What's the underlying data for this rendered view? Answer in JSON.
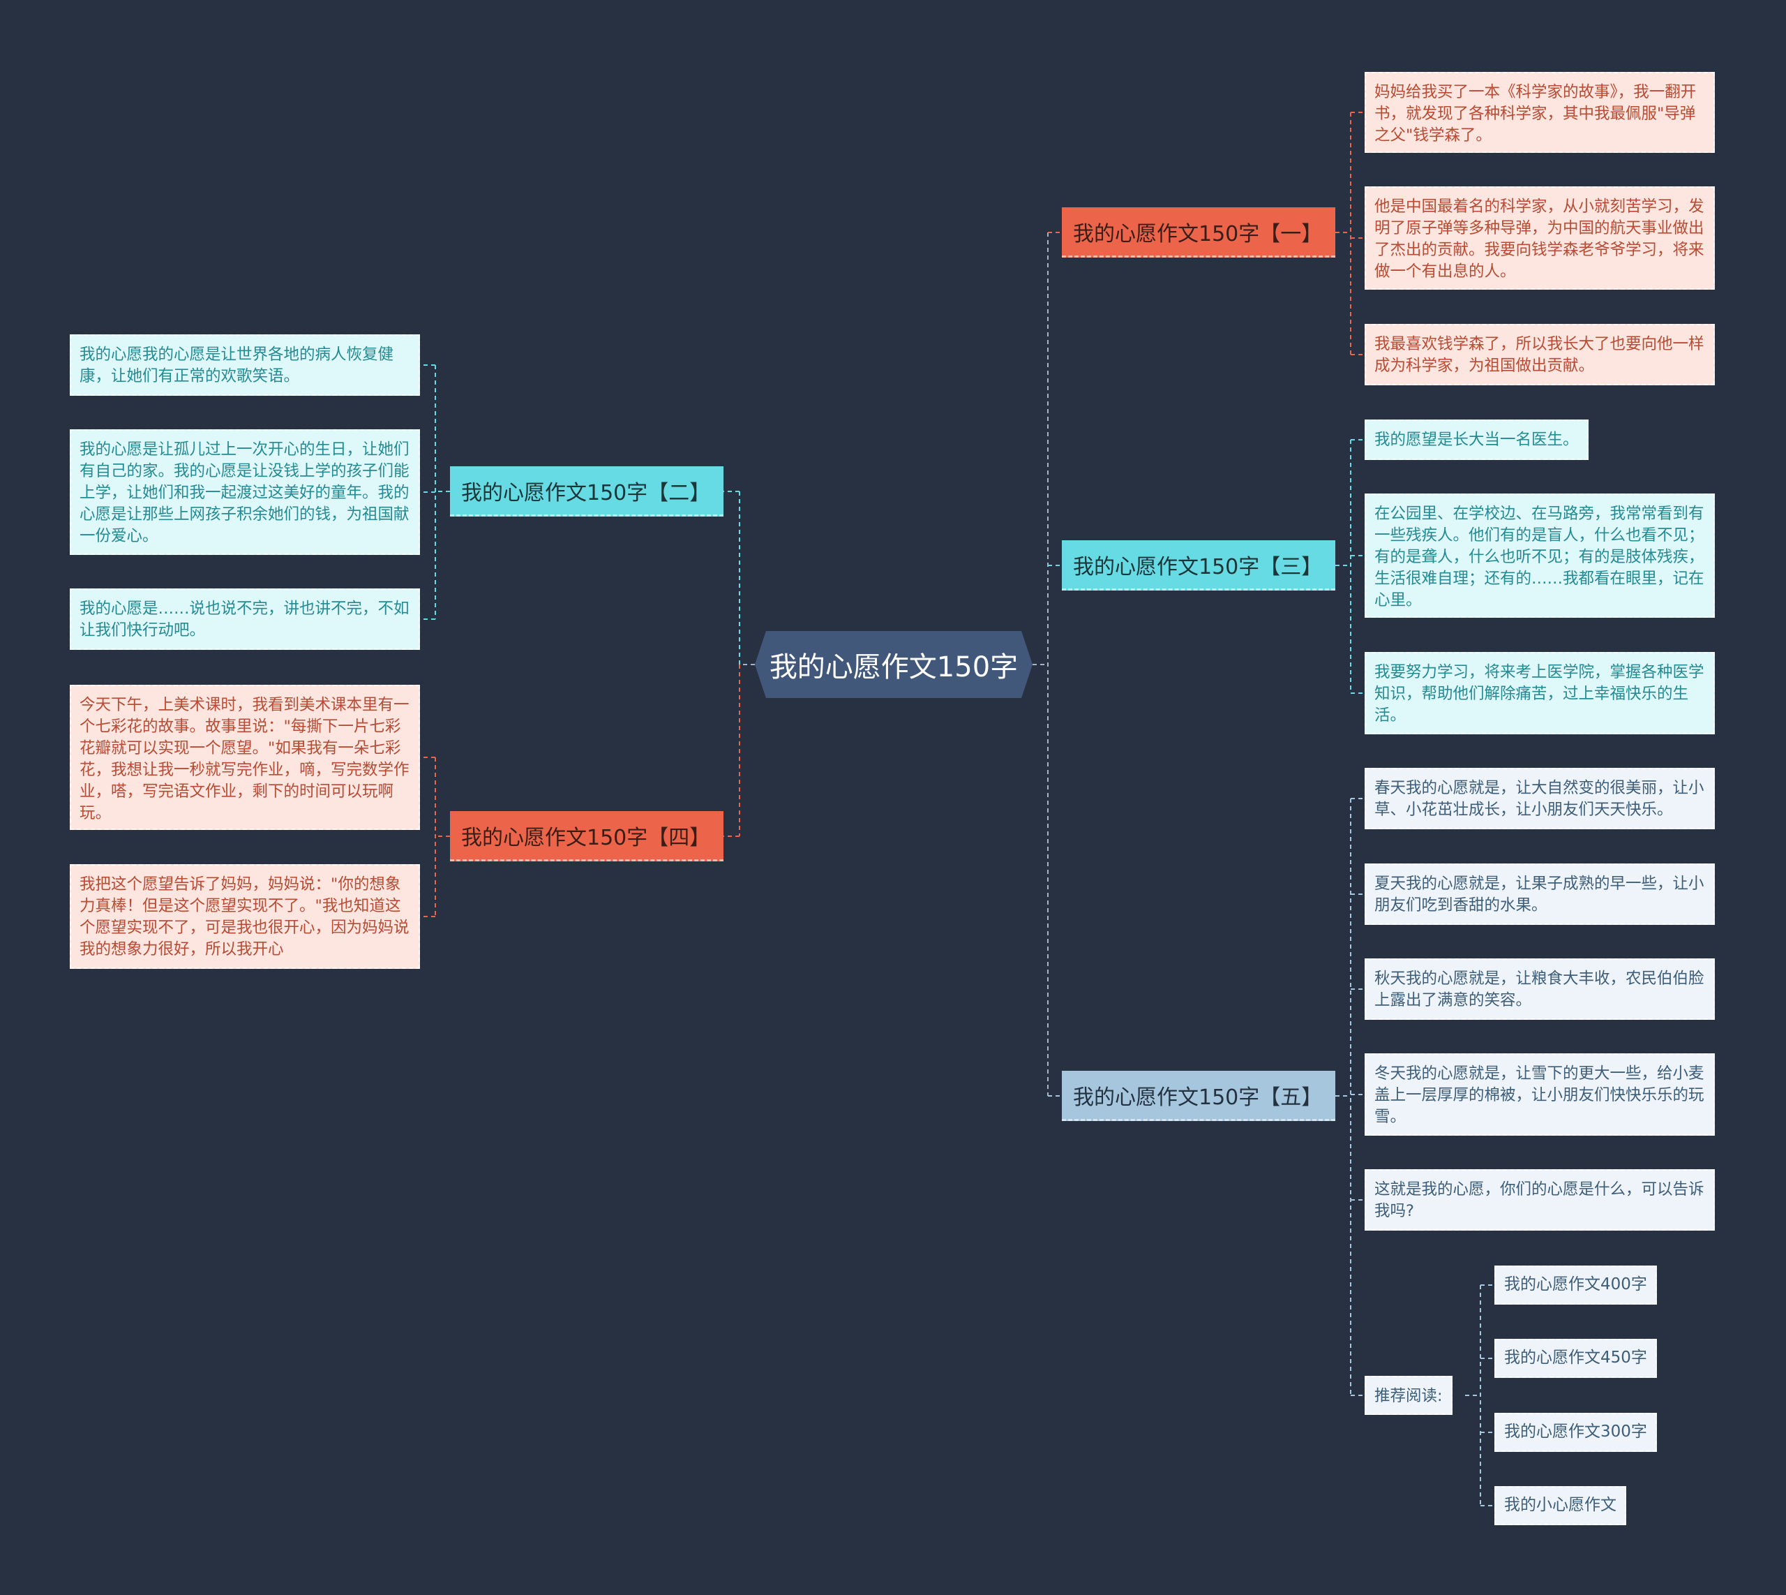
{
  "root": {
    "title": "我的心愿作文150字"
  },
  "branches": {
    "b1": {
      "title": "我的心愿作文150字【一】",
      "leaves": [
        "妈妈给我买了一本《科学家的故事》，我一翻开书，就发现了各种科学家，其中我最佩服\"导弹之父\"钱学森了。",
        "他是中国最着名的科学家，从小就刻苦学习，发明了原子弹等多种导弹，为中国的航天事业做出了杰出的贡献。我要向钱学森老爷爷学习，将来做一个有出息的人。",
        "我最喜欢钱学森了，所以我长大了也要向他一样成为科学家，为祖国做出贡献。"
      ]
    },
    "b2": {
      "title": "我的心愿作文150字【二】",
      "leaves": [
        "我的心愿我的心愿是让世界各地的病人恢复健康，让她们有正常的欢歌笑语。",
        "我的心愿是让孤儿过上一次开心的生日，让她们有自己的家。我的心愿是让没钱上学的孩子们能上学，让她们和我一起渡过这美好的童年。我的心愿是让那些上网孩子积余她们的钱，为祖国献一份爱心。",
        "我的心愿是……说也说不完，讲也讲不完，不如让我们快行动吧。"
      ]
    },
    "b3": {
      "title": "我的心愿作文150字【三】",
      "leaves": [
        "我的愿望是长大当一名医生。",
        "在公园里、在学校边、在马路旁，我常常看到有一些残疾人。他们有的是盲人，什么也看不见；有的是聋人，什么也听不见；有的是肢体残疾，生活很难自理；还有的……我都看在眼里，记在心里。",
        "我要努力学习，将来考上医学院，掌握各种医学知识，帮助他们解除痛苦，过上幸福快乐的生活。"
      ]
    },
    "b4": {
      "title": "我的心愿作文150字【四】",
      "leaves": [
        "今天下午，上美术课时，我看到美术课本里有一个七彩花的故事。故事里说：\"每撕下一片七彩花瓣就可以实现一个愿望。\"如果我有一朵七彩花，我想让我一秒就写完作业，嘀，写完数学作业，嗒，写完语文作业，剩下的时间可以玩啊玩。",
        "我把这个愿望告诉了妈妈，妈妈说：\"你的想象力真棒！但是这个愿望实现不了。\"我也知道这个愿望实现不了，可是我也很开心，因为妈妈说我的想象力很好，所以我开心"
      ]
    },
    "b5": {
      "title": "我的心愿作文150字【五】",
      "leaves": [
        "春天我的心愿就是，让大自然变的很美丽，让小草、小花茁壮成长，让小朋友们天天快乐。",
        "夏天我的心愿就是，让果子成熟的早一些，让小朋友们吃到香甜的水果。",
        "秋天我的心愿就是，让粮食大丰收，农民伯伯脸上露出了满意的笑容。",
        "冬天我的心愿就是，让雪下的更大一些，给小麦盖上一层厚厚的棉被，让小朋友们快快乐乐的玩雪。",
        "这就是我的心愿，你们的心愿是什么，可以告诉我吗?"
      ],
      "recommend": {
        "label": "推荐阅读:",
        "items": [
          "我的心愿作文400字",
          "我的心愿作文450字",
          "我的心愿作文300字",
          "我的小心愿作文"
        ]
      }
    }
  },
  "colors": {
    "background": "#283142",
    "root": "#41587b",
    "red_branch": "#ec654a",
    "cyan_branch": "#66dbe3",
    "blue_branch": "#a6c6de"
  }
}
